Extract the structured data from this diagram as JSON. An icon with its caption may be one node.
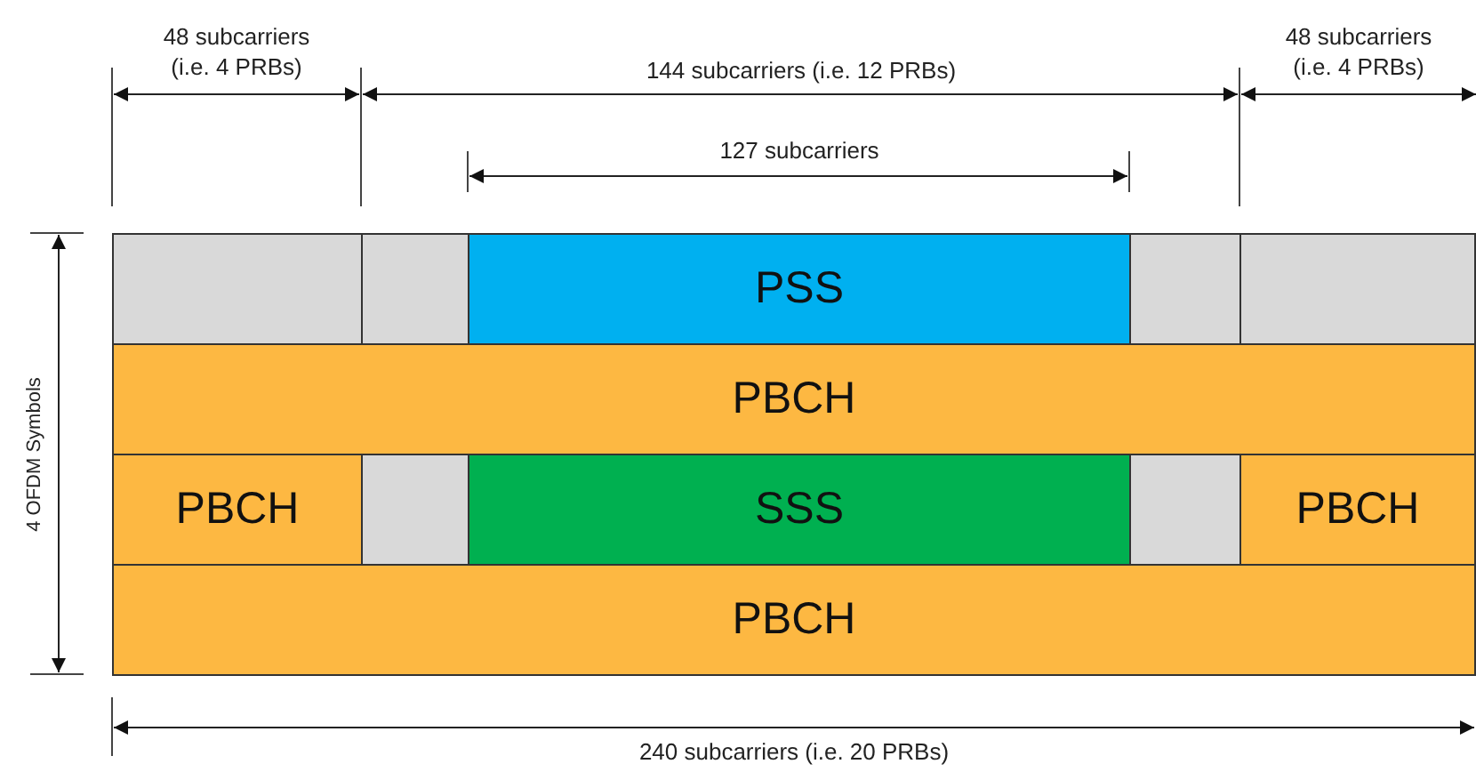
{
  "diagram": {
    "nodes": [
      {
        "text": [],
        "shape": "box"
      },
      {
        "text": [],
        "shape": "box"
      },
      {
        "text": [
          "PSS"
        ]
      },
      {
        "text": [],
        "shape": "box"
      },
      {
        "text": [],
        "shape": "box"
      },
      {
        "text": [
          "PBCH"
        ]
      },
      {
        "text": [
          "PBCH"
        ]
      },
      {
        "text": [],
        "shape": "box"
      },
      {
        "text": [
          "SSS"
        ]
      },
      {
        "text": [],
        "shape": "box"
      },
      {
        "text": [
          "PBCH"
        ]
      },
      {
        "text": [
          "PBCH"
        ]
      }
    ],
    "edges": [],
    "labels": [
      "48 subcarriers (i.e. 4 PRBs)",
      "144 subcarriers (i.e. 12 PRBs)",
      "48 subcarriers (i.e. 4 PRBs)",
      "127 subcarriers",
      "4 OFDM Symbols",
      "240 subcarriers (i.e. 20 PRBs)"
    ]
  }
}
